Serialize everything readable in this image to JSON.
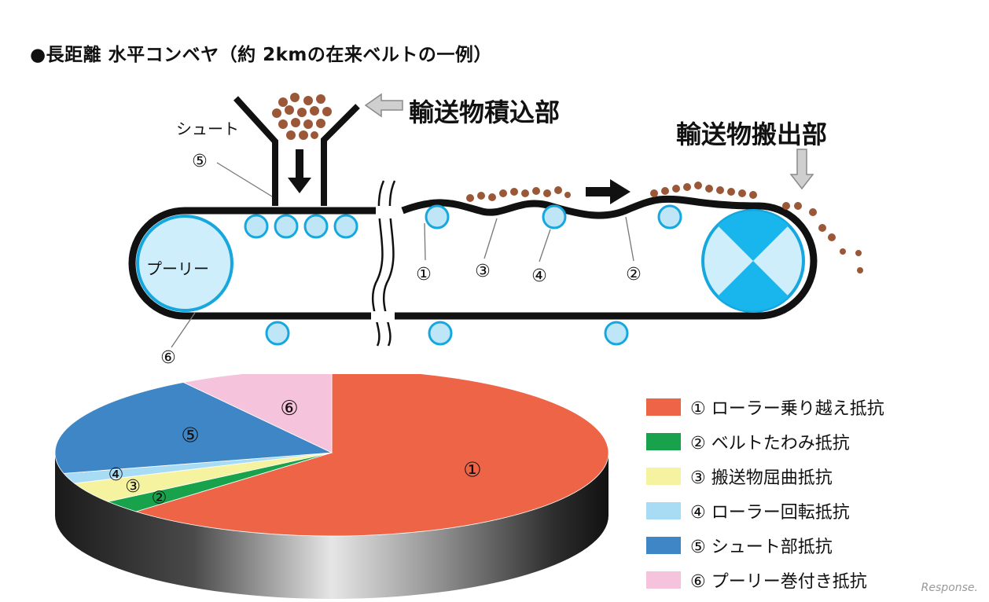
{
  "title": "●長距離 水平コンベヤ（約 2kmの在来ベルトの一例）",
  "labels": {
    "loading": "輸送物積込部",
    "unloading": "輸送物搬出部",
    "chute": "シュート",
    "pulley": "プーリー"
  },
  "markers": {
    "m1": "①",
    "m2": "②",
    "m3": "③",
    "m4": "④",
    "m5": "⑤",
    "m6": "⑥"
  },
  "colors": {
    "belt": "#111111",
    "roller_fill": "#bfe6f6",
    "roller_stroke": "#16a7de",
    "pulley_fill": "#cfeefb",
    "drive_dark": "#18b6ec",
    "material": "#9b5838",
    "arrow_gray": "#cfcfcf"
  },
  "chart_data": {
    "type": "pie",
    "start": "12 o'clock, clockwise",
    "slices": [
      {
        "label": "①",
        "value": 62.5,
        "color": "#ee6447"
      },
      {
        "label": "②",
        "value": 2.5,
        "color": "#17a24b"
      },
      {
        "label": "③",
        "value": 4.0,
        "color": "#f6f3a0"
      },
      {
        "label": "④",
        "value": 2.0,
        "color": "#a8dcf5"
      },
      {
        "label": "⑤",
        "value": 20.0,
        "color": "#3e86c6"
      },
      {
        "label": "⑥",
        "value": 9.0,
        "color": "#f6c3dd"
      }
    ],
    "legend": [
      {
        "label": "① ローラー乗り越え抵抗",
        "color": "#ee6447"
      },
      {
        "label": "② ベルトたわみ抵抗",
        "color": "#17a24b"
      },
      {
        "label": "③ 搬送物屈曲抵抗",
        "color": "#f6f3a0"
      },
      {
        "label": "④ ローラー回転抵抗",
        "color": "#a8dcf5"
      },
      {
        "label": "⑤ シュート部抵抗",
        "color": "#3e86c6"
      },
      {
        "label": "⑥ プーリー巻付き抵抗",
        "color": "#f6c3dd"
      }
    ],
    "legend_position": "right"
  },
  "watermark": "Response."
}
